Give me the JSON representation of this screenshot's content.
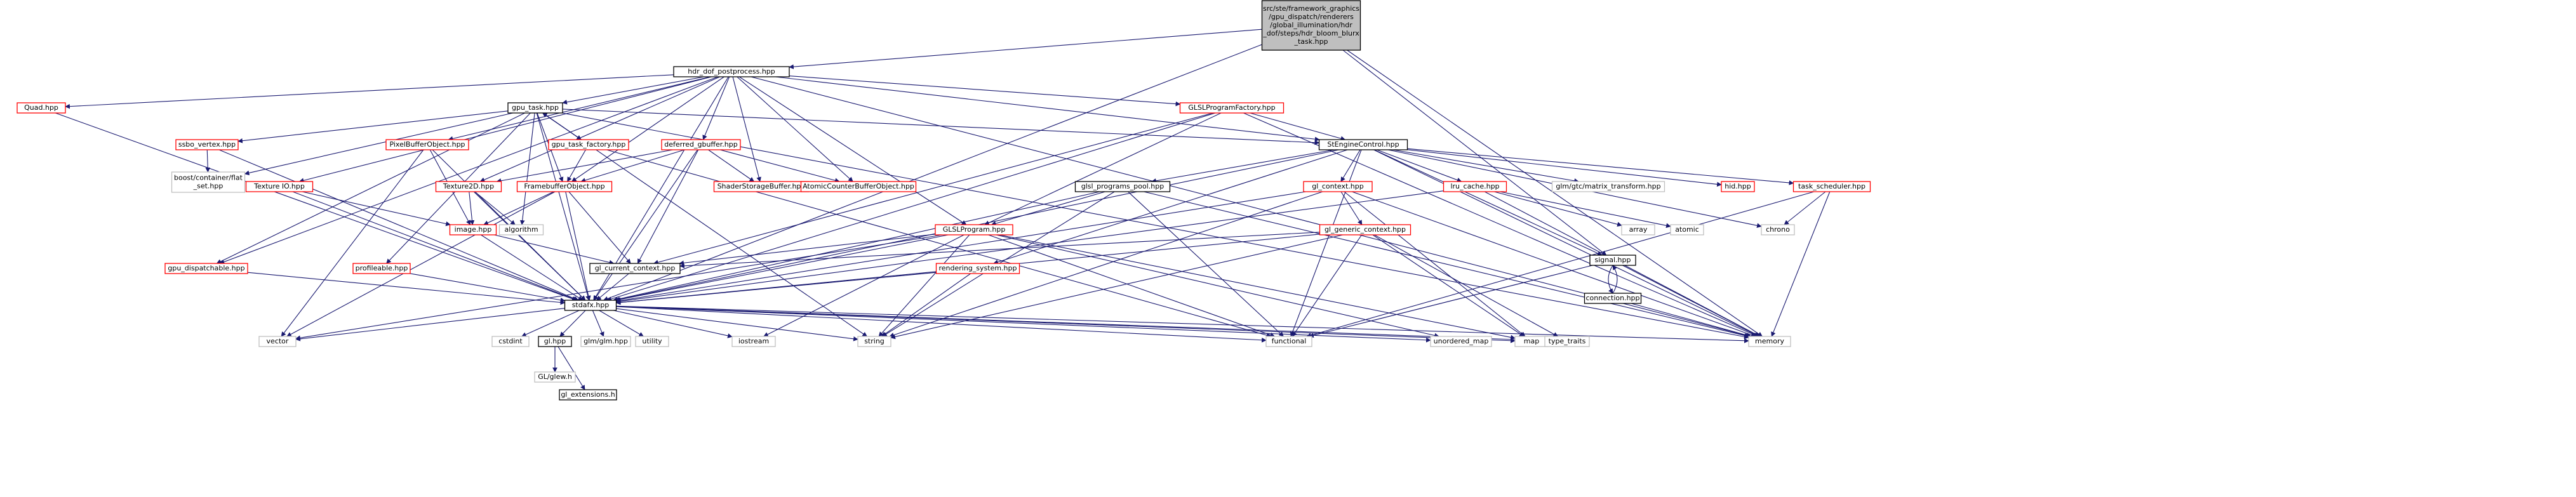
{
  "colors": {
    "edge": "#191970",
    "border_black": "#000000",
    "border_red": "#ff0000",
    "border_grey": "#bfbfbf",
    "fill_root": "#bfbfbf",
    "fill_default": "#ffffff",
    "label": "#000000"
  },
  "nodes": [
    {
      "id": "root",
      "label": "src/ste/framework_graphics\n/gpu_dispatch/renderers\n/global_illumination/hdr\n_dof/steps/hdr_bloom_blurx\n_task.hpp",
      "style": "root"
    },
    {
      "id": "hdr_dof",
      "label": "hdr_dof_postprocess.hpp",
      "style": "black"
    },
    {
      "id": "quad",
      "label": "Quad.hpp",
      "style": "red"
    },
    {
      "id": "gpu_task",
      "label": "gpu_task.hpp",
      "style": "black"
    },
    {
      "id": "glsl_factory",
      "label": "GLSLProgramFactory.hpp",
      "style": "red"
    },
    {
      "id": "ste_engine",
      "label": "StEngineControl.hpp",
      "style": "black"
    },
    {
      "id": "ssbo_vertex",
      "label": "ssbo_vertex.hpp",
      "style": "red"
    },
    {
      "id": "boost_flatset",
      "label": "boost/container/flat\n_set.hpp",
      "style": "grey"
    },
    {
      "id": "pbo",
      "label": "PixelBufferObject.hpp",
      "style": "red"
    },
    {
      "id": "gpu_task_factory",
      "label": "gpu_task_factory.hpp",
      "style": "red"
    },
    {
      "id": "deferred_gbuffer",
      "label": "deferred_gbuffer.hpp",
      "style": "red"
    },
    {
      "id": "texture_io",
      "label": "Texture IO.hpp",
      "style": "red"
    },
    {
      "id": "texture2d",
      "label": "Texture2D.hpp",
      "style": "red"
    },
    {
      "id": "fbo",
      "label": "FramebufferObject.hpp",
      "style": "red"
    },
    {
      "id": "ssb",
      "label": "ShaderStorageBuffer.hpp",
      "style": "red"
    },
    {
      "id": "acbo",
      "label": "AtomicCounterBufferObject.hpp",
      "style": "red"
    },
    {
      "id": "glsl_pool",
      "label": "glsl_programs_pool.hpp",
      "style": "black"
    },
    {
      "id": "gl_context",
      "label": "gl_context.hpp",
      "style": "red"
    },
    {
      "id": "lru_cache",
      "label": "lru_cache.hpp",
      "style": "red"
    },
    {
      "id": "glm_matrix",
      "label": "glm/gtc/matrix_transform.hpp",
      "style": "grey"
    },
    {
      "id": "hid",
      "label": "hid.hpp",
      "style": "red"
    },
    {
      "id": "task_scheduler",
      "label": "task_scheduler.hpp",
      "style": "red"
    },
    {
      "id": "image",
      "label": "image.hpp",
      "style": "red"
    },
    {
      "id": "algorithm",
      "label": "algorithm",
      "style": "grey"
    },
    {
      "id": "glsl_program",
      "label": "GLSLProgram.hpp",
      "style": "red"
    },
    {
      "id": "gl_generic_ctx",
      "label": "gl_generic_context.hpp",
      "style": "red"
    },
    {
      "id": "array",
      "label": "array",
      "style": "grey"
    },
    {
      "id": "atomic",
      "label": "atomic",
      "style": "grey"
    },
    {
      "id": "chrono",
      "label": "chrono",
      "style": "grey"
    },
    {
      "id": "gpu_dispatchable",
      "label": "gpu_dispatchable.hpp",
      "style": "red"
    },
    {
      "id": "profileable",
      "label": "profileable.hpp",
      "style": "red"
    },
    {
      "id": "gl_current_ctx",
      "label": "gl_current_context.hpp",
      "style": "black"
    },
    {
      "id": "rendering_system",
      "label": "rendering_system.hpp",
      "style": "red"
    },
    {
      "id": "signal",
      "label": "signal.hpp",
      "style": "black"
    },
    {
      "id": "connection",
      "label": "connection.hpp",
      "style": "black"
    },
    {
      "id": "stdafx",
      "label": "stdafx.hpp",
      "style": "black"
    },
    {
      "id": "vector",
      "label": "vector",
      "style": "grey"
    },
    {
      "id": "cstdint",
      "label": "cstdint",
      "style": "grey"
    },
    {
      "id": "gl_hpp",
      "label": "gl.hpp",
      "style": "black"
    },
    {
      "id": "glm_glm",
      "label": "glm/glm.hpp",
      "style": "grey"
    },
    {
      "id": "utility",
      "label": "utility",
      "style": "grey"
    },
    {
      "id": "iostream",
      "label": "iostream",
      "style": "grey"
    },
    {
      "id": "string",
      "label": "string",
      "style": "grey"
    },
    {
      "id": "functional",
      "label": "functional",
      "style": "grey"
    },
    {
      "id": "unordered_map",
      "label": "unordered_map",
      "style": "grey"
    },
    {
      "id": "map",
      "label": "map",
      "style": "grey"
    },
    {
      "id": "type_traits",
      "label": "type_traits",
      "style": "grey"
    },
    {
      "id": "memory",
      "label": "memory",
      "style": "grey"
    },
    {
      "id": "glew",
      "label": "GL/glew.h",
      "style": "grey"
    },
    {
      "id": "gl_ext",
      "label": "gl_extensions.h",
      "style": "black"
    }
  ],
  "edges": [
    [
      "root",
      "hdr_dof"
    ],
    [
      "root",
      "stdafx"
    ],
    [
      "root",
      "memory"
    ],
    [
      "root",
      "signal"
    ],
    [
      "hdr_dof",
      "quad"
    ],
    [
      "hdr_dof",
      "gpu_task"
    ],
    [
      "hdr_dof",
      "glsl_factory"
    ],
    [
      "hdr_dof",
      "ste_engine"
    ],
    [
      "hdr_dof",
      "pbo"
    ],
    [
      "hdr_dof",
      "deferred_gbuffer"
    ],
    [
      "hdr_dof",
      "texture_io"
    ],
    [
      "hdr_dof",
      "texture2d"
    ],
    [
      "hdr_dof",
      "fbo"
    ],
    [
      "hdr_dof",
      "ssb"
    ],
    [
      "hdr_dof",
      "acbo"
    ],
    [
      "hdr_dof",
      "glsl_program"
    ],
    [
      "hdr_dof",
      "stdafx"
    ],
    [
      "hdr_dof",
      "memory"
    ],
    [
      "hdr_dof",
      "gpu_dispatchable"
    ],
    [
      "quad",
      "stdafx"
    ],
    [
      "gpu_task",
      "ssbo_vertex"
    ],
    [
      "gpu_task",
      "boost_flatset"
    ],
    [
      "gpu_task",
      "gpu_task_factory"
    ],
    [
      "gpu_task",
      "fbo"
    ],
    [
      "gpu_task",
      "gpu_dispatchable"
    ],
    [
      "gpu_task",
      "profileable"
    ],
    [
      "gpu_task",
      "stdafx"
    ],
    [
      "gpu_task",
      "algorithm"
    ],
    [
      "gpu_task",
      "string"
    ],
    [
      "gpu_task",
      "memory"
    ],
    [
      "gpu_task",
      "ste_engine"
    ],
    [
      "glsl_factory",
      "ste_engine"
    ],
    [
      "glsl_factory",
      "glsl_program"
    ],
    [
      "glsl_factory",
      "gl_current_ctx"
    ],
    [
      "glsl_factory",
      "stdafx"
    ],
    [
      "glsl_factory",
      "memory"
    ],
    [
      "ste_engine",
      "glsl_pool"
    ],
    [
      "ste_engine",
      "gl_context"
    ],
    [
      "ste_engine",
      "lru_cache"
    ],
    [
      "ste_engine",
      "glm_matrix"
    ],
    [
      "ste_engine",
      "hid"
    ],
    [
      "ste_engine",
      "task_scheduler"
    ],
    [
      "ste_engine",
      "rendering_system"
    ],
    [
      "ste_engine",
      "signal"
    ],
    [
      "ste_engine",
      "stdafx"
    ],
    [
      "ste_engine",
      "functional"
    ],
    [
      "ste_engine",
      "memory"
    ],
    [
      "ste_engine",
      "chrono"
    ],
    [
      "ssbo_vertex",
      "boost_flatset"
    ],
    [
      "ssbo_vertex",
      "stdafx"
    ],
    [
      "pbo",
      "image"
    ],
    [
      "pbo",
      "stdafx"
    ],
    [
      "pbo",
      "vector"
    ],
    [
      "gpu_task_factory",
      "gpu_task"
    ],
    [
      "gpu_task_factory",
      "fbo"
    ],
    [
      "gpu_task_factory",
      "functional"
    ],
    [
      "deferred_gbuffer",
      "fbo"
    ],
    [
      "deferred_gbuffer",
      "ssb"
    ],
    [
      "deferred_gbuffer",
      "acbo"
    ],
    [
      "deferred_gbuffer",
      "texture2d"
    ],
    [
      "deferred_gbuffer",
      "stdafx"
    ],
    [
      "deferred_gbuffer",
      "gl_current_ctx"
    ],
    [
      "texture_io",
      "image"
    ],
    [
      "texture_io",
      "stdafx"
    ],
    [
      "texture2d",
      "image"
    ],
    [
      "texture2d",
      "algorithm"
    ],
    [
      "texture2d",
      "stdafx"
    ],
    [
      "fbo",
      "image"
    ],
    [
      "fbo",
      "gl_current_ctx"
    ],
    [
      "fbo",
      "stdafx"
    ],
    [
      "fbo",
      "vector"
    ],
    [
      "glsl_pool",
      "glsl_program"
    ],
    [
      "glsl_pool",
      "stdafx"
    ],
    [
      "glsl_pool",
      "string"
    ],
    [
      "glsl_pool",
      "functional"
    ],
    [
      "glsl_pool",
      "memory"
    ],
    [
      "gl_context",
      "gl_generic_ctx"
    ],
    [
      "gl_context",
      "stdafx"
    ],
    [
      "gl_context",
      "string"
    ],
    [
      "gl_context",
      "memory"
    ],
    [
      "gl_context",
      "map"
    ],
    [
      "lru_cache",
      "stdafx"
    ],
    [
      "lru_cache",
      "memory"
    ],
    [
      "lru_cache",
      "array"
    ],
    [
      "lru_cache",
      "atomic"
    ],
    [
      "task_scheduler",
      "chrono"
    ],
    [
      "task_scheduler",
      "memory"
    ],
    [
      "task_scheduler",
      "functional"
    ],
    [
      "image",
      "gl_current_ctx"
    ],
    [
      "image",
      "stdafx"
    ],
    [
      "glsl_program",
      "gl_current_ctx"
    ],
    [
      "glsl_program",
      "stdafx"
    ],
    [
      "glsl_program",
      "string"
    ],
    [
      "glsl_program",
      "vector"
    ],
    [
      "glsl_program",
      "map"
    ],
    [
      "glsl_program",
      "functional"
    ],
    [
      "glsl_program",
      "unordered_map"
    ],
    [
      "glsl_program",
      "iostream"
    ],
    [
      "gl_generic_ctx",
      "gl_current_ctx"
    ],
    [
      "gl_generic_ctx",
      "stdafx"
    ],
    [
      "gl_generic_ctx",
      "map"
    ],
    [
      "gl_generic_ctx",
      "type_traits"
    ],
    [
      "gl_generic_ctx",
      "functional"
    ],
    [
      "gl_generic_ctx",
      "string"
    ],
    [
      "gpu_dispatchable",
      "stdafx"
    ],
    [
      "profileable",
      "stdafx"
    ],
    [
      "gl_current_ctx",
      "stdafx"
    ],
    [
      "rendering_system",
      "stdafx"
    ],
    [
      "rendering_system",
      "string"
    ],
    [
      "signal",
      "connection"
    ],
    [
      "signal",
      "memory"
    ],
    [
      "signal",
      "functional"
    ],
    [
      "connection",
      "signal"
    ],
    [
      "connection",
      "memory"
    ],
    [
      "stdafx",
      "vector"
    ],
    [
      "stdafx",
      "cstdint"
    ],
    [
      "stdafx",
      "gl_hpp"
    ],
    [
      "stdafx",
      "glm_glm"
    ],
    [
      "stdafx",
      "utility"
    ],
    [
      "stdafx",
      "iostream"
    ],
    [
      "stdafx",
      "string"
    ],
    [
      "stdafx",
      "functional"
    ],
    [
      "stdafx",
      "unordered_map"
    ],
    [
      "stdafx",
      "map"
    ],
    [
      "stdafx",
      "type_traits"
    ],
    [
      "stdafx",
      "memory"
    ],
    [
      "gl_hpp",
      "glew"
    ],
    [
      "gl_hpp",
      "gl_ext"
    ]
  ]
}
